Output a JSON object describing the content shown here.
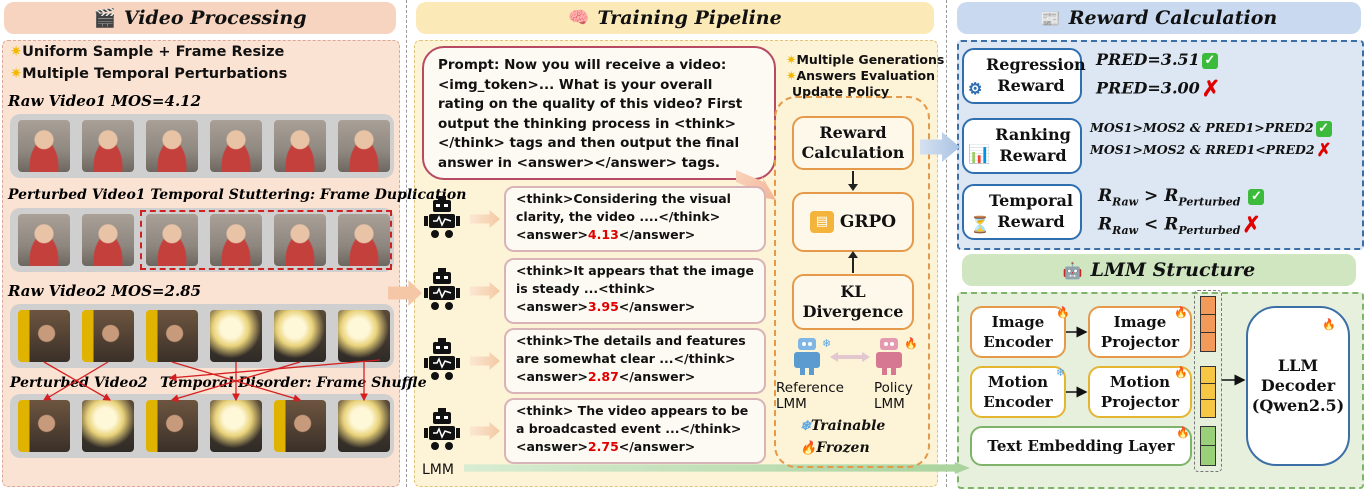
{
  "video_processing": {
    "title": "Video Processing",
    "bullet1": "Uniform Sample + Frame Resize",
    "bullet2": "Multiple Temporal  Perturbations",
    "raw1": "Raw Video1 MOS=4.12",
    "perturbed1_label": "Perturbed Video1",
    "perturbed1_type": "Temporal Stuttering: Frame Duplication",
    "raw2": "Raw Video2 MOS=2.85",
    "perturbed2_label": "Perturbed Video2",
    "perturbed2_type": "Temporal Disorder: Frame Shuffle"
  },
  "training": {
    "title": "Training Pipeline",
    "prompt": "Prompt: Now you will receive a video: <img_token>... What is your overall rating on the quality of this video? First output the thinking process in <think></think> tags and then output the final answer in <answer></answer> tags.",
    "side1": "Multiple Generations",
    "side2": "Answers Evaluation",
    "side3": "Update Policy",
    "responses": [
      {
        "think": "<think>Considering the visual clarity, the video ....</think>",
        "open": "<answer>",
        "value": "4.13",
        "close": "</answer>"
      },
      {
        "think": "<think>It appears that the image is steady ...<think>",
        "open": "<answer>",
        "value": "3.95",
        "close": "</answer>"
      },
      {
        "think": "<think>The details and features are somewhat clear ...</think>",
        "open": "<answer>",
        "value": "2.87",
        "close": "</answer>"
      },
      {
        "think": "<think> The video appears to be a broadcasted event ...</think>",
        "open": "<answer>",
        "value": "2.75",
        "close": "</answer>"
      }
    ],
    "lmm_label": "LMM",
    "reward_calc": "Reward Calculation",
    "grpo": "GRPO",
    "kl": "KL Divergence",
    "reference": "Reference LMM",
    "policy": "Policy LMM",
    "trainable": "Trainable",
    "frozen": "Frozen"
  },
  "reward": {
    "title": "Reward Calculation",
    "regression": "Regression Reward",
    "reg_ok": "PRED=3.51",
    "reg_bad": "PRED=3.00",
    "ranking": "Ranking Reward",
    "rank_ok": "MOS1>MOS2 & PRED1>PRED2",
    "rank_bad": "MOS1>MOS2 & RRED1<PRED2",
    "temporal": "Temporal Reward",
    "temp_ok_l": "R",
    "temp_ok_sub1": "Raw",
    "temp_ok_op": " > R",
    "temp_ok_sub2": "Perturbed",
    "temp_bad_op": " < R"
  },
  "lmm": {
    "title": "LMM Structure",
    "image_encoder": "Image Encoder",
    "image_projector": "Image Projector",
    "motion_encoder": "Motion Encoder",
    "motion_projector": "Motion Projector",
    "text_embedding": "Text Embedding Layer",
    "llm_decoder": "LLM Decoder (Qwen2.5)"
  },
  "colors": {
    "vp_bg": "#fbe3d3",
    "tp_bg": "#fdf3d6",
    "rc_bg": "#dde7f3",
    "lmm_bg": "#e6f0dd",
    "answer_red": "#e00000"
  }
}
